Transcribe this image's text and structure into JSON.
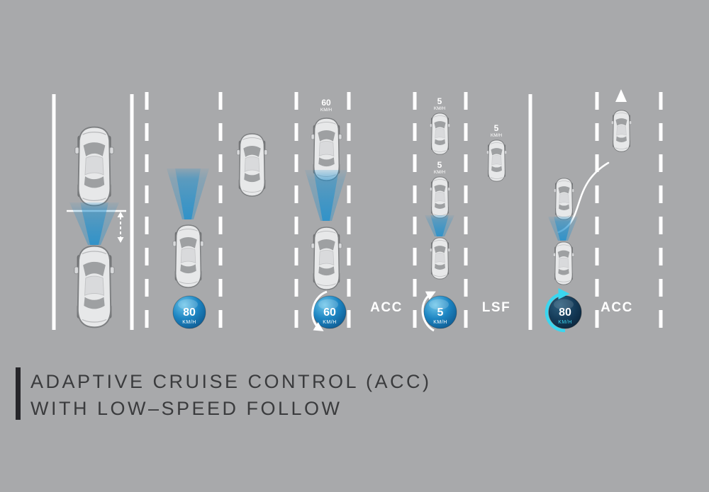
{
  "diagram": {
    "background_color": "#a8a9ab",
    "lane_color": "#ffffff",
    "beam_color": "#1f8fcd",
    "badge_blue": "#1d85c2",
    "badge_dark": "#143a57",
    "accent_cyan": "#3bd6ef",
    "title_color": "#3a3b3d"
  },
  "title": {
    "line1": "ADAPTIVE CRUISE CONTROL (ACC)",
    "line2": "WITH LOW–SPEED FOLLOW"
  },
  "scenes": {
    "set_speed": {
      "badge": {
        "value": "80",
        "unit": "KM/H"
      }
    },
    "decelerate": {
      "lead_tag": {
        "value": "60",
        "unit": "KM/H"
      },
      "badge": {
        "value": "60",
        "unit": "KM/H"
      },
      "label": "ACC"
    },
    "low_speed_follow": {
      "front_tag": {
        "value": "5",
        "unit": "KM/H"
      },
      "mid_tag": {
        "value": "5",
        "unit": "KM/H"
      },
      "adjacent_tag": {
        "value": "5",
        "unit": "KM/H"
      },
      "badge": {
        "value": "5",
        "unit": "KM/H"
      },
      "label": "LSF"
    },
    "resume": {
      "badge": {
        "value": "80",
        "unit": "KM/H"
      },
      "label": "ACC"
    }
  }
}
